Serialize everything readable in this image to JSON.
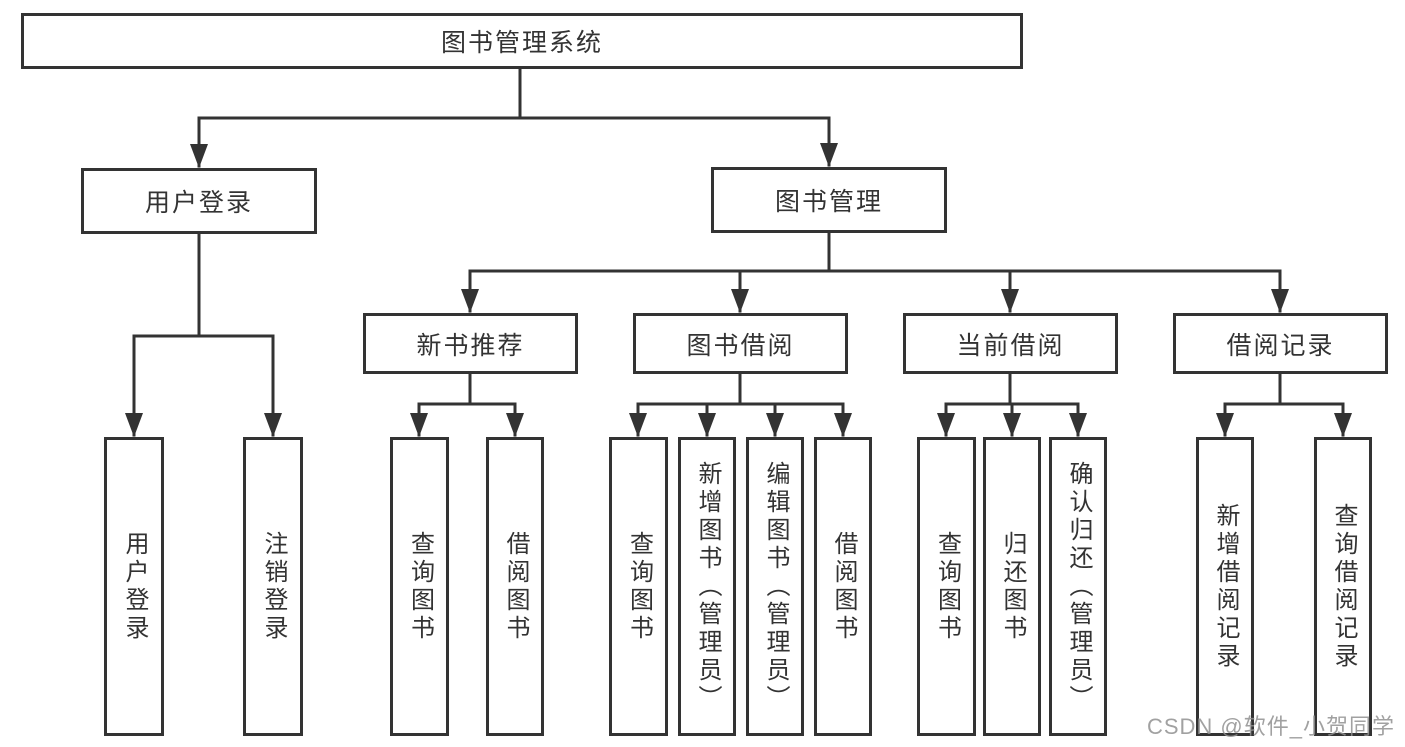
{
  "tree": {
    "root": {
      "label": "图书管理系统"
    },
    "children": [
      {
        "label": "用户登录",
        "children": [
          {
            "label": "用户登录"
          },
          {
            "label": "注销登录"
          }
        ]
      },
      {
        "label": "图书管理",
        "children": [
          {
            "label": "新书推荐",
            "children": [
              {
                "label": "查询图书"
              },
              {
                "label": "借阅图书"
              }
            ]
          },
          {
            "label": "图书借阅",
            "children": [
              {
                "label": "查询图书"
              },
              {
                "label": "新增图书（管理员）"
              },
              {
                "label": "编辑图书（管理员）"
              },
              {
                "label": "借阅图书"
              }
            ]
          },
          {
            "label": "当前借阅",
            "children": [
              {
                "label": "查询图书"
              },
              {
                "label": "归还图书"
              },
              {
                "label": "确认归还（管理员）"
              }
            ]
          },
          {
            "label": "借阅记录",
            "children": [
              {
                "label": "新增借阅记录"
              },
              {
                "label": "查询借阅记录"
              }
            ]
          }
        ]
      }
    ]
  },
  "watermark": {
    "text": "CSDN @软件_小贺同学"
  },
  "colors": {
    "line": "#333333",
    "background": "#ffffff",
    "watermark": "#919191"
  }
}
